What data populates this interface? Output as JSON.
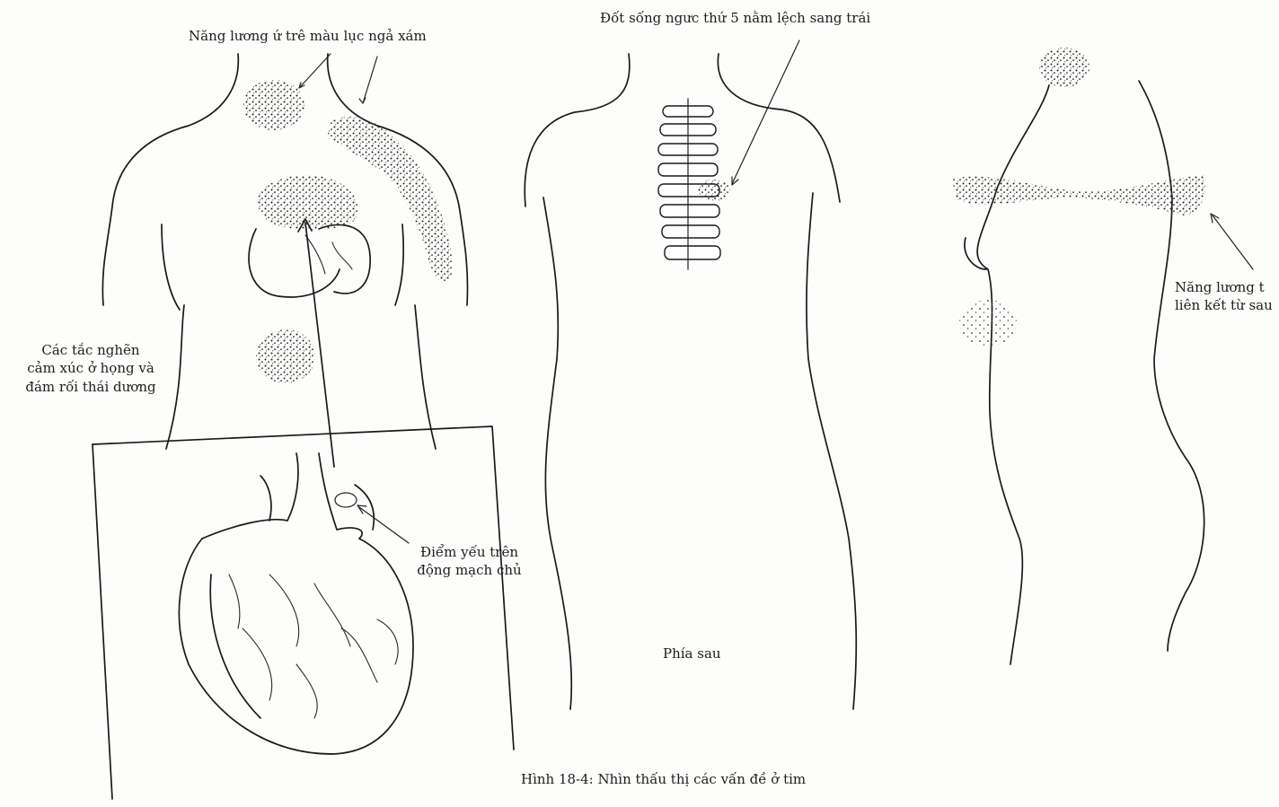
{
  "labels": {
    "energy_top": "Năng lương ứ trê màu lục ngả xám",
    "vertebra": "Đốt sống ngưc thứ 5 nằm lệch sang trái",
    "blockage_1": "Các tắc nghẽn",
    "blockage_2": "cảm xúc ở họng và",
    "blockage_3": "đám rối thái dương",
    "aorta_1": "Điểm yếu trên",
    "aorta_2": "động mạch chủ",
    "back": "Phía sau",
    "energy_side_1": "Năng lương t",
    "energy_side_2": "liên kết từ sau",
    "caption": "Hình 18-4: Nhìn thấu thị các vấn đề ở tim"
  }
}
